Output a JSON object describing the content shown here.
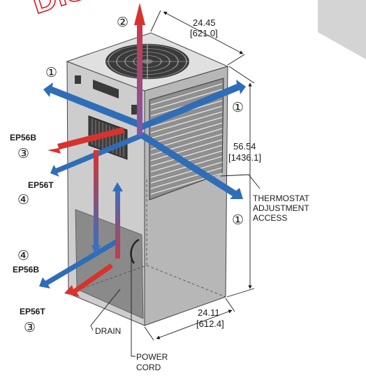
{
  "watermark": "DISC",
  "dimensions": {
    "depth_in": "24.45",
    "depth_mm": "[621.0]",
    "height_in": "56.54",
    "height_mm": "[1436.1]",
    "width_in": "24.11",
    "width_mm": "[612.4]"
  },
  "markers": {
    "m1": "①",
    "m2": "②",
    "m3": "③",
    "m4": "④"
  },
  "models": {
    "ep56b": "EP56B",
    "ep56t": "EP56T"
  },
  "callouts": {
    "thermostat_1": "THERMOSTAT",
    "thermostat_2": "ADJUSTMENT",
    "thermostat_3": "ACCESS",
    "drain": "DRAIN",
    "power_1": "POWER",
    "power_2": "CORD"
  },
  "colors": {
    "cold_air": "#2f6db8",
    "hot_air": "#d8322e",
    "cabinet_front": "#cbcbcb",
    "cabinet_side": "#b3b3b3",
    "cabinet_top": "#dedede",
    "watermark": "#e0141c"
  }
}
